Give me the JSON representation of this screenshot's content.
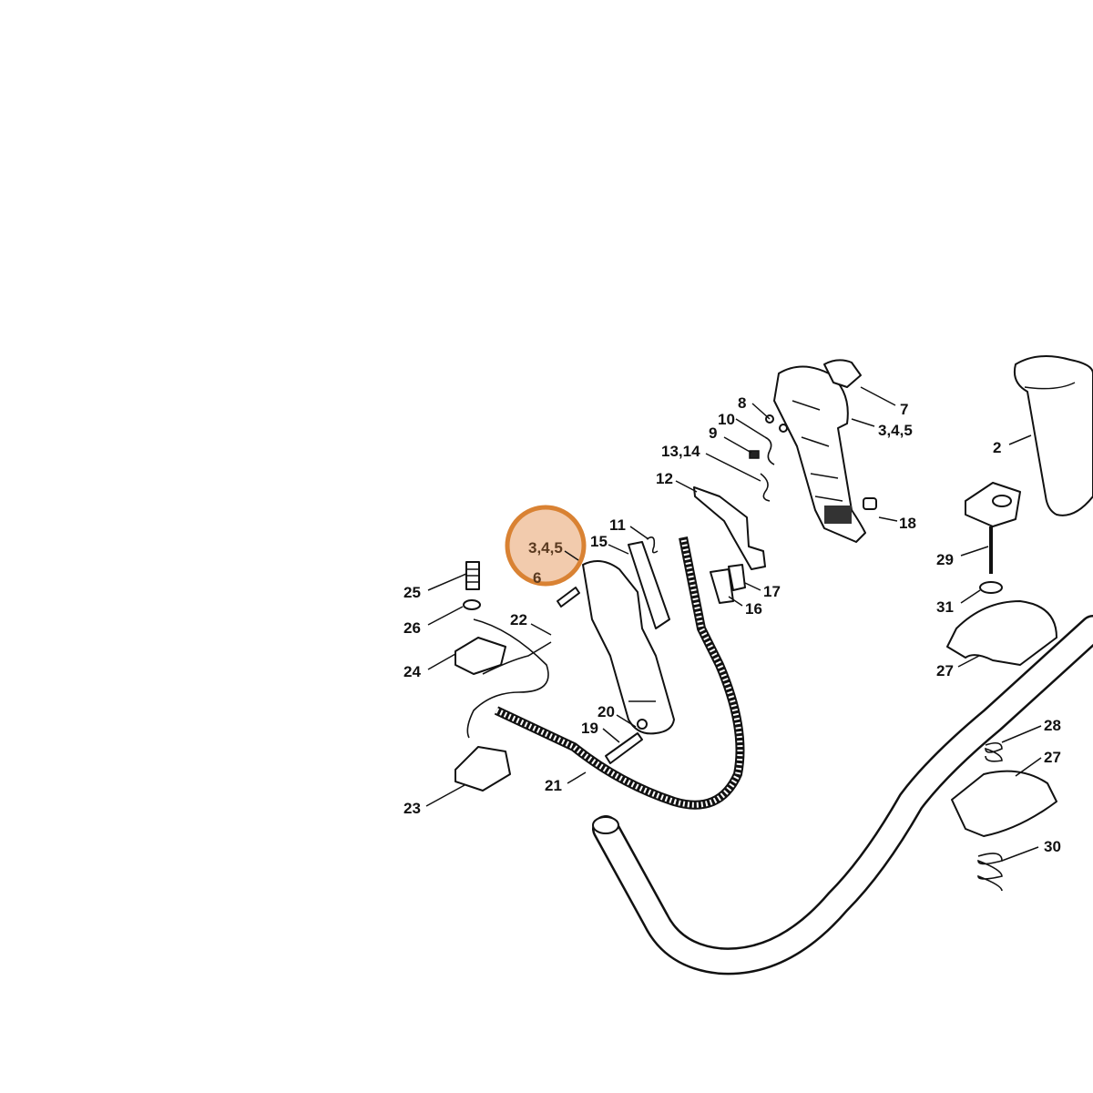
{
  "diagram": {
    "highlight": {
      "label": "3,4,5",
      "sublabel": "6",
      "color": "#e8a06a",
      "ring_color": "#d98233"
    },
    "callouts": [
      {
        "id": "c7",
        "text": "7"
      },
      {
        "id": "c345a",
        "text": "3,4,5"
      },
      {
        "id": "c8",
        "text": "8"
      },
      {
        "id": "c10",
        "text": "10"
      },
      {
        "id": "c9",
        "text": "9"
      },
      {
        "id": "c1314",
        "text": "13,14"
      },
      {
        "id": "c12",
        "text": "12"
      },
      {
        "id": "c18",
        "text": "18"
      },
      {
        "id": "c2",
        "text": "2"
      },
      {
        "id": "c11",
        "text": "11"
      },
      {
        "id": "c15",
        "text": "15"
      },
      {
        "id": "c17",
        "text": "17"
      },
      {
        "id": "c16",
        "text": "16"
      },
      {
        "id": "c29",
        "text": "29"
      },
      {
        "id": "c31",
        "text": "31"
      },
      {
        "id": "c27a",
        "text": "27"
      },
      {
        "id": "c25",
        "text": "25"
      },
      {
        "id": "c26",
        "text": "26"
      },
      {
        "id": "c22",
        "text": "22"
      },
      {
        "id": "c24",
        "text": "24"
      },
      {
        "id": "c20",
        "text": "20"
      },
      {
        "id": "c19",
        "text": "19"
      },
      {
        "id": "c28",
        "text": "28"
      },
      {
        "id": "c27b",
        "text": "27"
      },
      {
        "id": "c21",
        "text": "21"
      },
      {
        "id": "c23",
        "text": "23"
      },
      {
        "id": "c30",
        "text": "30"
      }
    ]
  }
}
